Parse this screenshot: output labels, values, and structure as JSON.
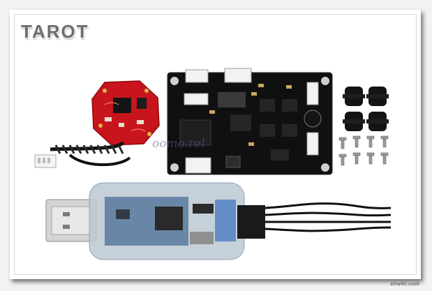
{
  "brand": {
    "logo_text": "TAROT"
  },
  "watermark": {
    "text": "oomo.rel"
  },
  "footer": {
    "text": "shwhl.com"
  },
  "colors": {
    "background": "#f2f2f2",
    "frame": "#ffffff",
    "sensor_board": "#c8141c",
    "controller_board": "#101010",
    "usb_adapter": "#bcc8d2",
    "rubber_dampers": "#141414",
    "screws": "#9a9a9a"
  },
  "items": [
    {
      "icon": "imu-sensor-board-icon"
    },
    {
      "icon": "gimbal-controller-board-icon"
    },
    {
      "icon": "rubber-damper-icon"
    },
    {
      "icon": "screw-icon"
    },
    {
      "icon": "usb-adapter-icon"
    }
  ]
}
